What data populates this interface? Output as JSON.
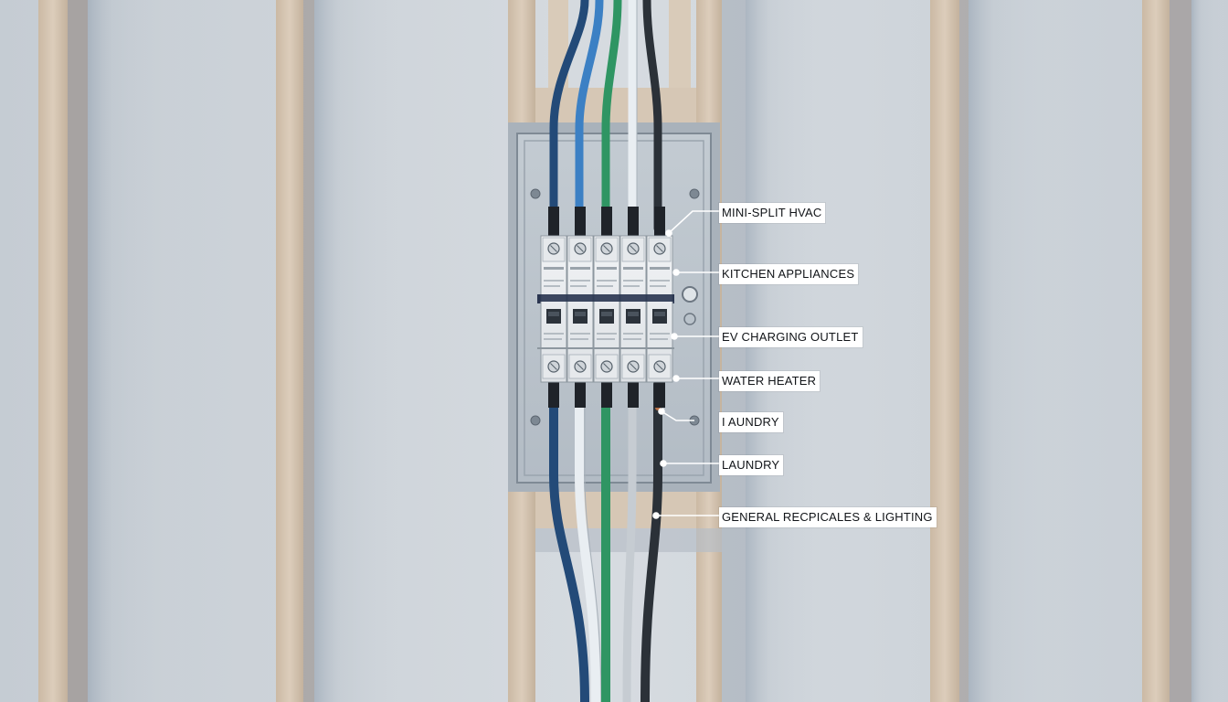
{
  "colors": {
    "wall": "#cfd5db",
    "stud": "#d6c7b5",
    "panel": "#bcc4cc",
    "wire_navy": "#234a78",
    "wire_blue": "#3c80c4",
    "wire_green": "#2f9563",
    "wire_white": "#e9eef2",
    "wire_black": "#2b3138",
    "leader": "#ffffff"
  },
  "labels": [
    {
      "id": "mini-split-hvac",
      "text": "MINI-SPLIT HVAC"
    },
    {
      "id": "kitchen-appliances",
      "text": "KITCHEN APPLIANCES"
    },
    {
      "id": "ev-charging-outlet",
      "text": "EV CHARGING OUTLET"
    },
    {
      "id": "water-heater",
      "text": "WATER HEATER"
    },
    {
      "id": "laundry-1",
      "text": "I AUNDRY"
    },
    {
      "id": "laundry-2",
      "text": "LAUNDRY"
    },
    {
      "id": "general-receptacles-lighting",
      "text": "GENERAL RECPICALES & LIGHTING"
    }
  ]
}
